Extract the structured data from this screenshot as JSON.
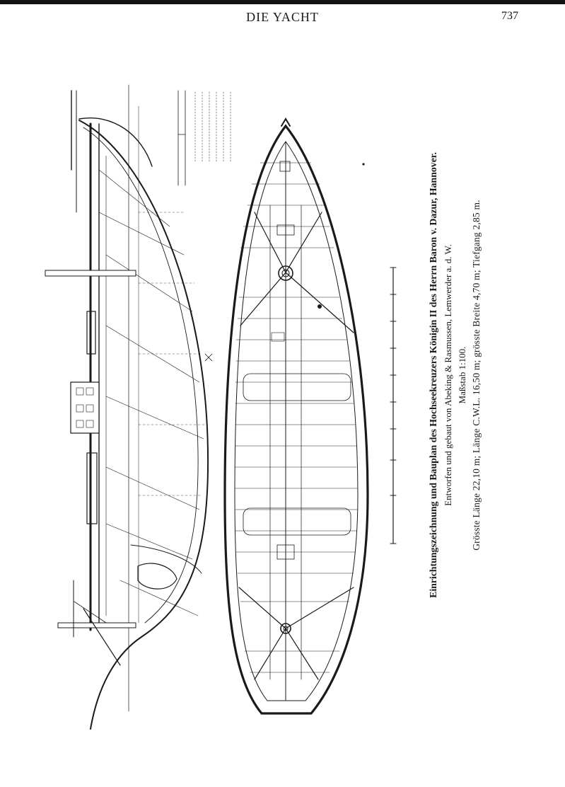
{
  "header": {
    "title": "DIE YACHT",
    "page_number": "737"
  },
  "caption": {
    "title": "Einrichtungszeichnung und Bauplan des Hochseekreuzers Königin II des Herrn Baron v. Dazur, Hannover.",
    "builder": "Entworfen und gebaut von Abeking & Rasmussen, Lemwerder a. d. W.",
    "scale": "Maßstab 1:100.",
    "dimensions": "Grösste Länge 22,10 m; Länge C.W.L. 16,50 m; grösste Breite 4,70 m; Tiefgang 2,85 m."
  },
  "drawing": {
    "subject": "hull plan and profile drawing",
    "line_color": "#1a1a1a"
  }
}
